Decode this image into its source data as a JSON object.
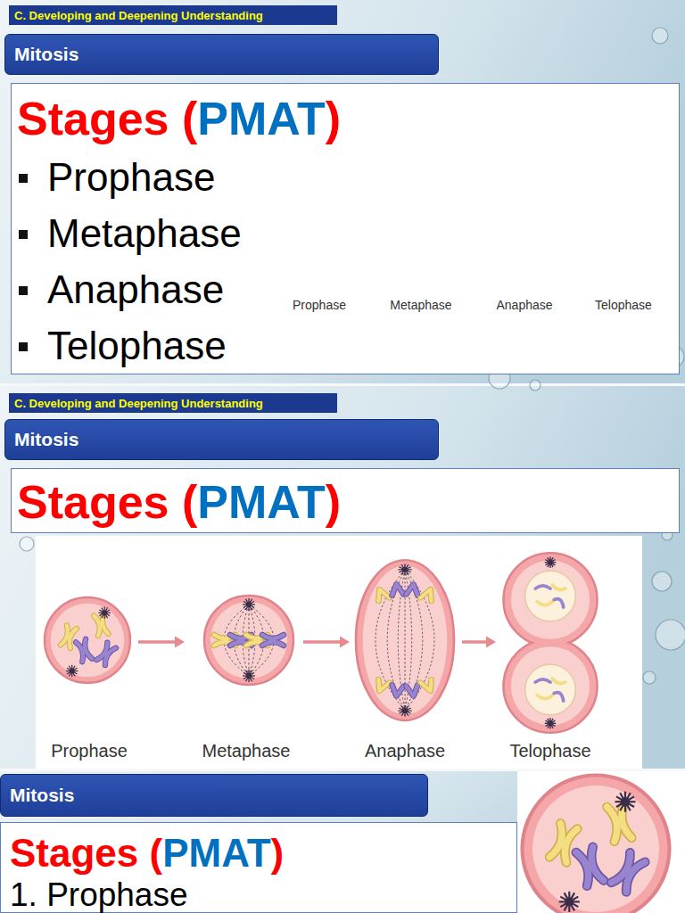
{
  "diagram": {
    "nodes": [
      {
        "text": [
          "C. Developing and Deepening Understanding"
        ]
      },
      {
        "text": [
          "Mitosis"
        ]
      },
      {
        "text": [
          "Stages (",
          "PMAT",
          ")",
          "Prophase",
          "Metaphase",
          "Anaphase",
          "Telophase"
        ]
      },
      {
        "text": [
          "C. Developing and Deepening Understanding"
        ]
      },
      {
        "text": [
          "Mitosis"
        ]
      },
      {
        "text": [
          "Stages (",
          "PMAT",
          ")"
        ]
      },
      {
        "text": [
          "Mitosis"
        ]
      },
      {
        "text": [
          "Stages (",
          "PMAT",
          ")",
          "1. Prophase"
        ]
      }
    ],
    "labels": [
      "Prophase",
      "Metaphase",
      "Anaphase",
      "Telophase",
      "Prophase",
      "Metaphase",
      "Anaphase",
      "Telophase"
    ]
  }
}
